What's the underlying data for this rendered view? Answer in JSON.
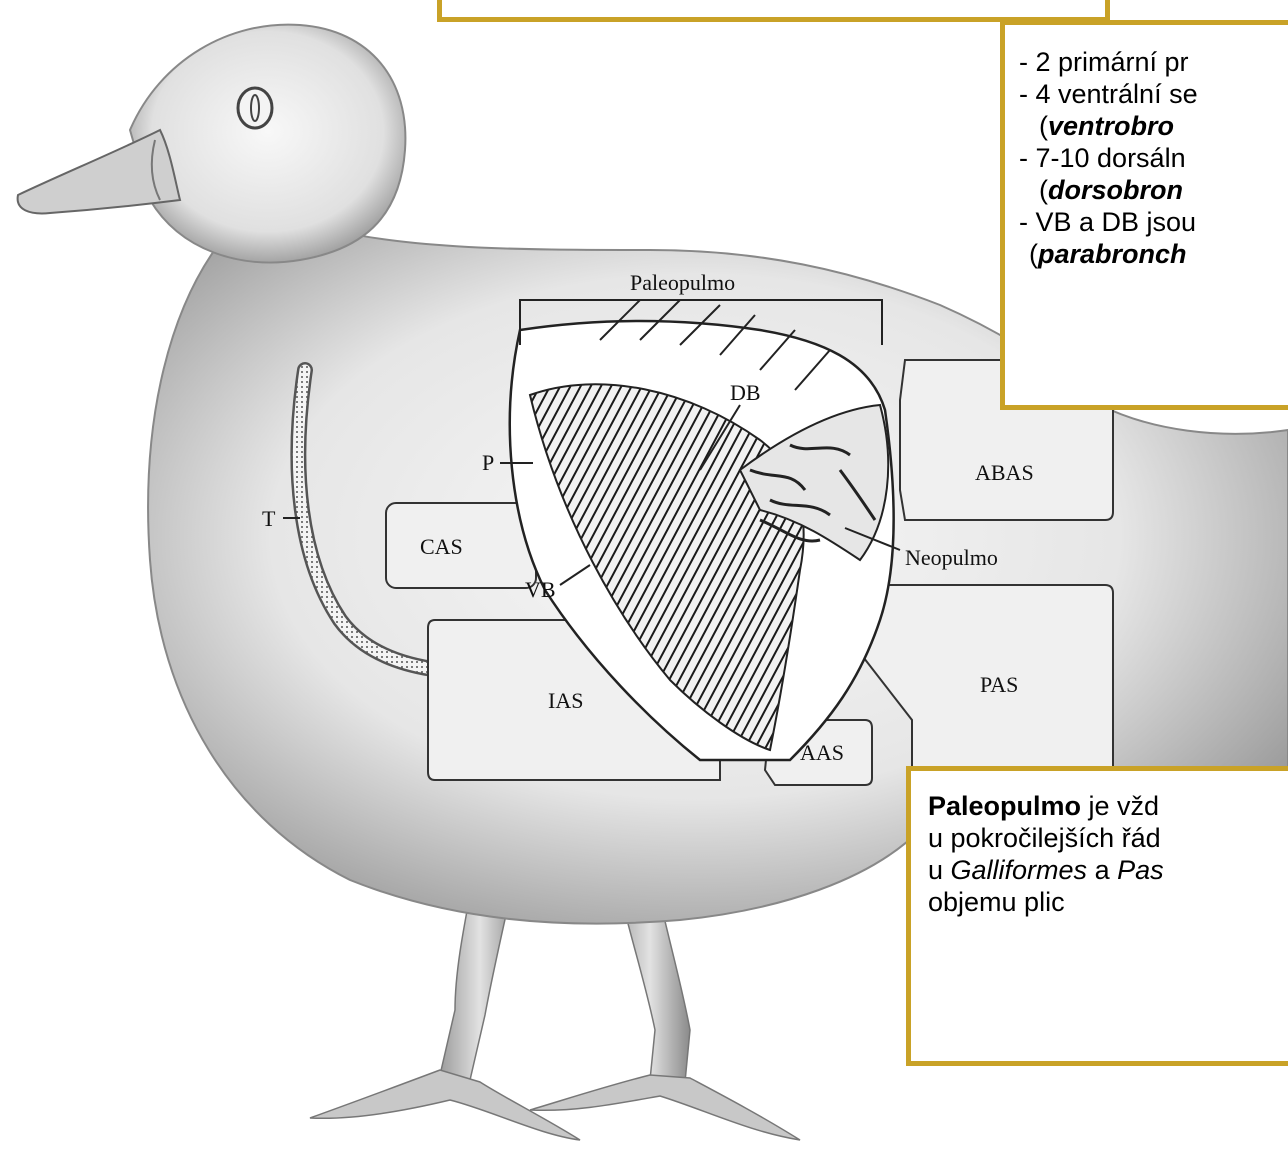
{
  "diagram_labels": {
    "paleopulmo": "Paleopulmo",
    "db": "DB",
    "p": "P",
    "t": "T",
    "cas": "CAS",
    "vb": "VB",
    "ias": "IAS",
    "aas": "AAS",
    "abas": "ABAS",
    "neopulmo": "Neopulmo",
    "pas": "PAS"
  },
  "right_box": {
    "line1": "- 2 primární pr",
    "line2": "- 4 ventrální se",
    "line3_open": "(",
    "line3_term": "ventrobro",
    "line4": "- 7-10 dorsáln",
    "line5_open": "(",
    "line5_term": "dorsobron",
    "line6": "- VB a DB jsou",
    "line7_open": "(",
    "line7_term": "parabronch"
  },
  "bottom_box": {
    "term": "Paleopulmo",
    "line1_rest": " je vžd",
    "line2": "u pokročilejších řád",
    "line3_pre": "u ",
    "line3_taxon1": "Galliformes",
    "line3_mid": " a ",
    "line3_taxon2": "Pas",
    "line4": "objemu plic"
  },
  "colors": {
    "box_border": "#c9a227",
    "bird_fill": "#ececec",
    "ink": "#1a1a1a"
  }
}
